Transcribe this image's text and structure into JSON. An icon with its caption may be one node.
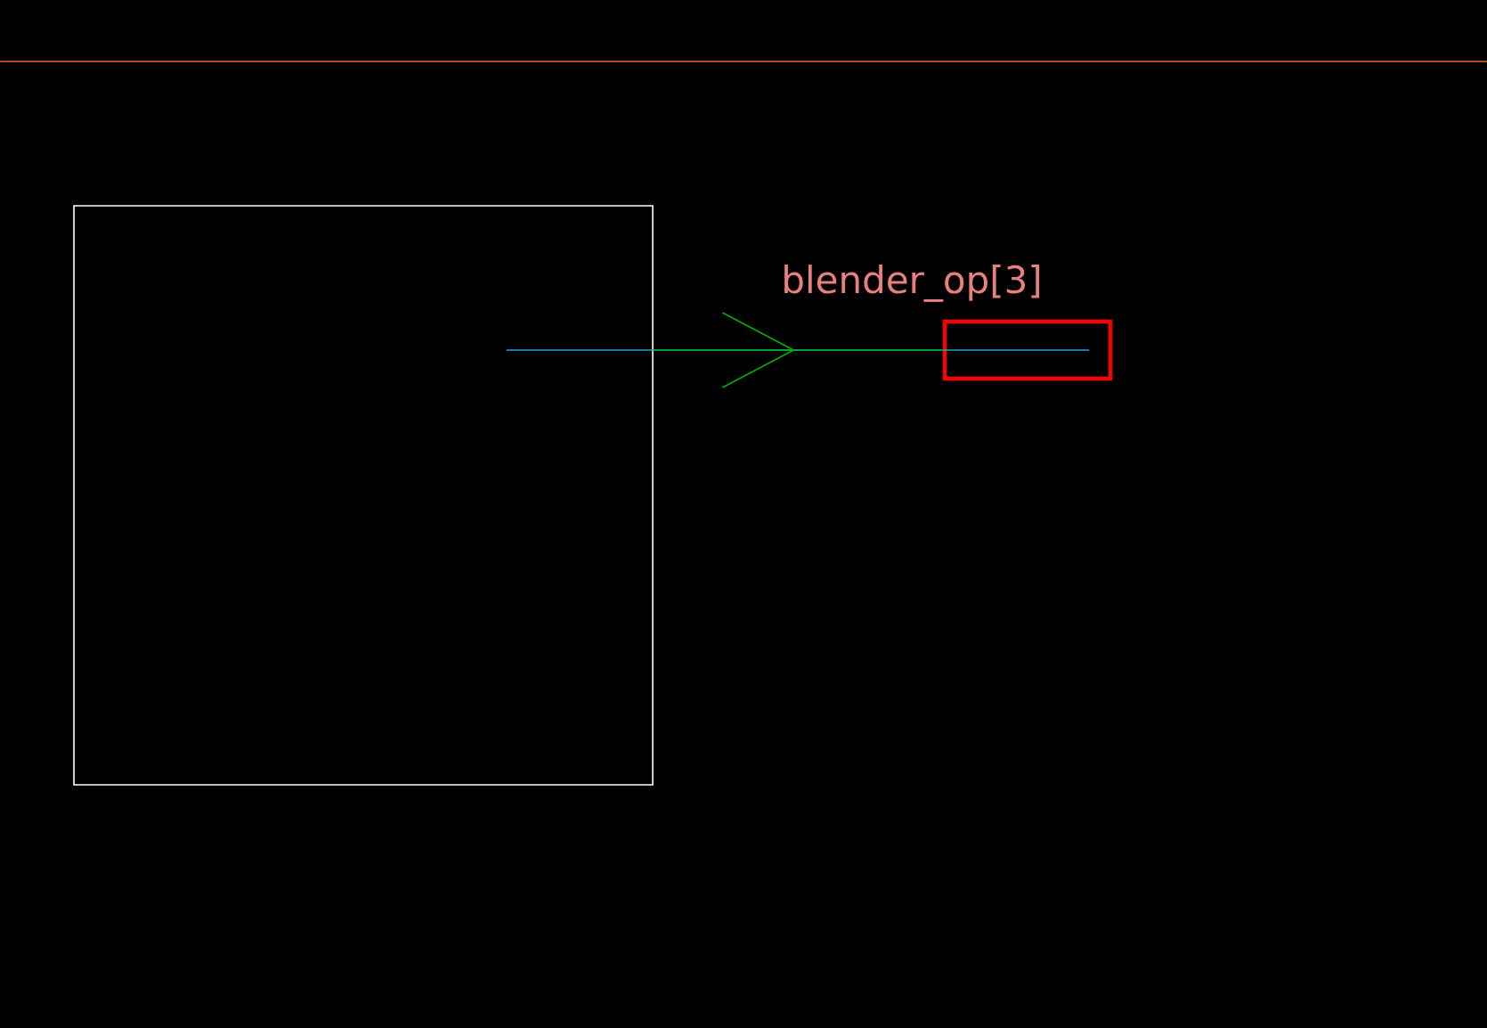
{
  "diagram": {
    "nodes": [
      {
        "text": [],
        "shape": "box"
      },
      {
        "text": [
          "blender_op[3]"
        ]
      }
    ],
    "edges": [
      {
        "from": 0,
        "to": 1,
        "arrow": "to"
      }
    ]
  }
}
